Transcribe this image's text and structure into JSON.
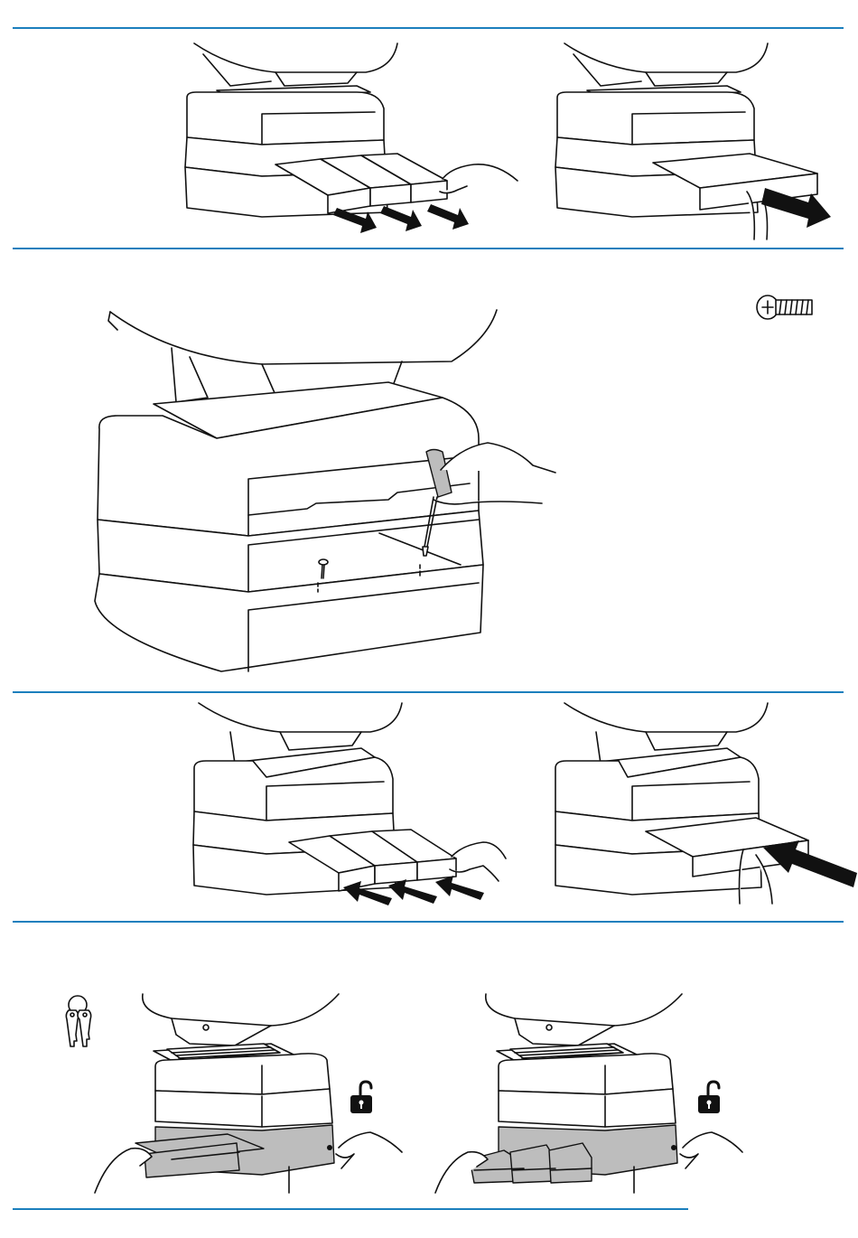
{
  "colors": {
    "rule": "#1b7fbd",
    "line": "#111111",
    "highlight": "#bdbdbd"
  },
  "steps": [
    {
      "panels": [
        "remove-small-drawers",
        "remove-large-drawer"
      ]
    },
    {
      "panels": [
        "unscrew-drawer-module"
      ],
      "icons": [
        "screw-icon"
      ]
    },
    {
      "panels": [
        "insert-small-drawers",
        "insert-large-drawer"
      ]
    },
    {
      "panels": [
        "unlock-large-drawer",
        "unlock-small-drawers"
      ],
      "icons": [
        "keys-icon",
        "unlock-padlock-icon"
      ]
    }
  ]
}
